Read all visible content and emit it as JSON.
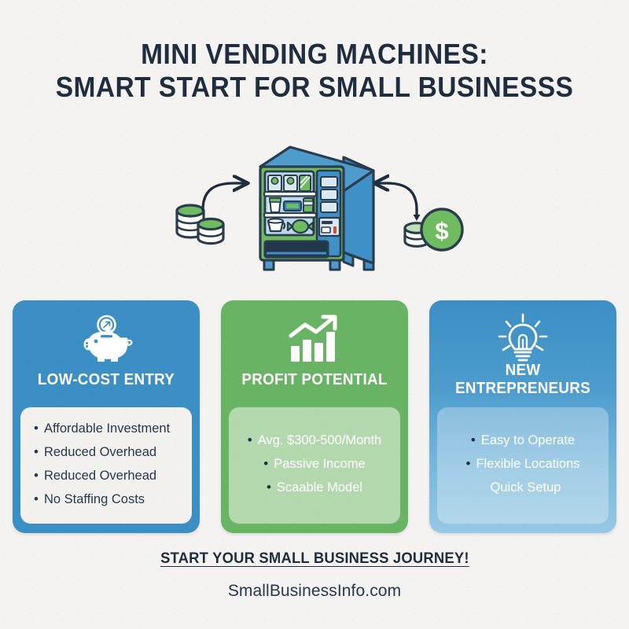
{
  "theme": {
    "background": "#f4f3f1",
    "navy": "#1e2d3f",
    "blue": "#3b8fc4",
    "green": "#68b464",
    "light_blue": "#95c8e5",
    "light_green": "#b4d8ad",
    "cream": "#f2f1ee",
    "white": "#ffffff"
  },
  "title": {
    "line1": "MINI VENDING MACHINES:",
    "line2": "SMART START FOR SMALL BUSINESSS"
  },
  "hero": {
    "left_coins_label": "coin-stack",
    "left_arrow_label": "arrow-right",
    "machine_label": "vending-machine",
    "right_arrow_label": "arrow-left",
    "right_coins_label": "coin-stack-with-dollar",
    "dollar_symbol": "$"
  },
  "cards": [
    {
      "id": "low-cost-entry",
      "icon": "piggy-bank-icon",
      "title": "LOW-COST ENTRY",
      "bullets": [
        {
          "text": "Affordable Investment",
          "dot": true
        },
        {
          "text": "Reduced Overhead",
          "dot": true
        },
        {
          "text": "Reduced Overhead",
          "dot": true
        },
        {
          "text": "No Staffing Costs",
          "dot": true
        }
      ]
    },
    {
      "id": "profit-potential",
      "icon": "growth-chart-icon",
      "title": "PROFIT POTENTIAL",
      "bullets": [
        {
          "text": "Avg. $300-500/Month",
          "dot": true
        },
        {
          "text": "Passive Income",
          "dot": true
        },
        {
          "text": "Scaable Model",
          "dot": true
        }
      ]
    },
    {
      "id": "new-entrepreneurs",
      "icon": "lightbulb-icon",
      "title_line1": "NEW",
      "title_line2": "ENTREPRENEURS",
      "title": "NEW ENTREPRENEURS",
      "bullets": [
        {
          "text": "Easy to Operate",
          "dot": true
        },
        {
          "text": "Flexible Locations",
          "dot": true
        },
        {
          "text": "Quick Setup",
          "dot": false
        }
      ]
    }
  ],
  "footer": {
    "cta": "START YOUR SMALL BUSINESS JOURNEY!",
    "url": "SmallBusinessInfo.com"
  },
  "bullet_glyph": "•"
}
